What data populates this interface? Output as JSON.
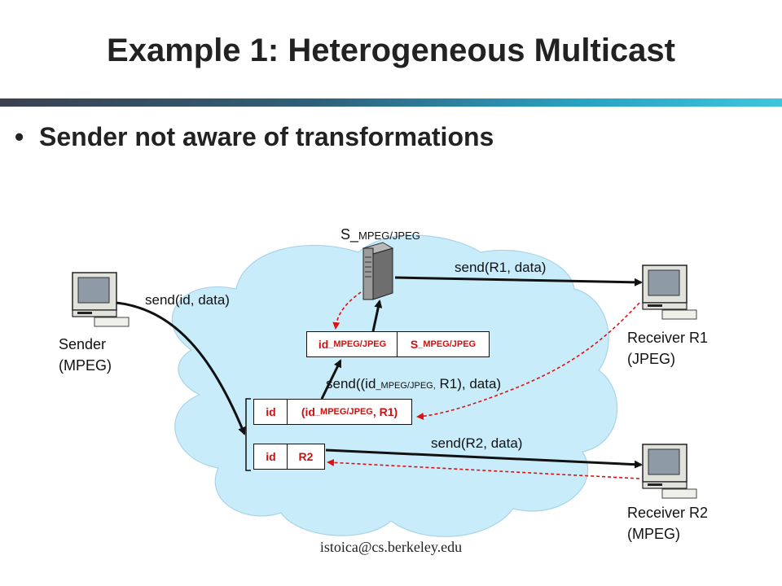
{
  "slide": {
    "title": "Example 1: Heterogeneous Multicast",
    "bullet": "Sender not aware of transformations",
    "footer": "istoica@cs.berkeley.edu"
  },
  "nodes": {
    "sender": {
      "line1": "Sender",
      "line2": "(MPEG)"
    },
    "receiver_r1": {
      "line1": "Receiver R1",
      "line2": "(JPEG)"
    },
    "receiver_r2": {
      "line1": "Receiver R2",
      "line2": "(MPEG)"
    },
    "server": {
      "prefix": "S_",
      "sub": "MPEG/JPEG"
    }
  },
  "messages": {
    "send_id": "send(id, data)",
    "send_r1": "send(R1, data)",
    "send_r2": "send(R2, data)",
    "send_tuple_prefix": "send((id",
    "send_tuple_sub": "_MPEG/JPEG,",
    "send_tuple_suffix": " R1), data)"
  },
  "tables": {
    "top": {
      "left_prefix": "id",
      "left_sub": "_MPEG/JPEG",
      "right_prefix": "S",
      "right_sub": "_MPEG/JPEG"
    },
    "mid": {
      "id_label": "id",
      "value_prefix": "(id",
      "value_sub": "_MPEG/JPEG",
      "value_suffix": ", R1)"
    },
    "bottom": {
      "id_label": "id",
      "value": "R2"
    }
  },
  "colors": {
    "cloud": "#c9ecfb",
    "trigger_text": "#cc1111",
    "dashed_arrow": "#dd1111",
    "arrow": "#111111"
  }
}
